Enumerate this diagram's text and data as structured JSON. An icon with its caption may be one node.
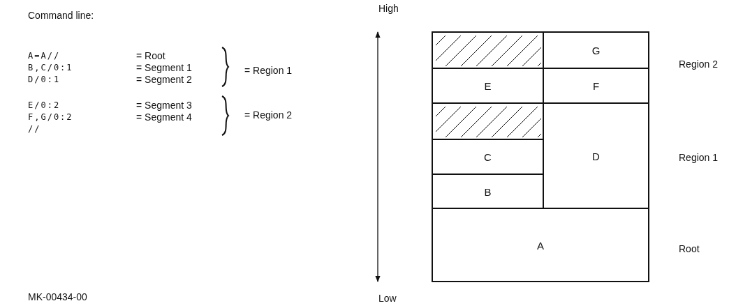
{
  "diagram": {
    "nodes": [
      {
        "text": [],
        "shape": "box"
      },
      {
        "text": [
          "G"
        ]
      },
      {
        "text": [
          "E"
        ]
      },
      {
        "text": [
          "F"
        ]
      },
      {
        "text": [],
        "shape": "box"
      },
      {
        "text": [
          "D"
        ]
      },
      {
        "text": [
          "C"
        ]
      },
      {
        "text": [
          "B"
        ]
      },
      {
        "text": [
          "A"
        ]
      }
    ],
    "edges": [],
    "labels": [
      "Command line:",
      "A=A//",
      "= Root",
      "B,C/0:1",
      "= Segment 1",
      "D/0:1",
      "= Segment 2",
      "= Region 1",
      "E/0:2",
      "= Segment 3",
      "F,G/0:2",
      "= Segment 4",
      "//",
      "= Region 2",
      "High",
      "Low",
      "Region 2",
      "Region 1",
      "Root",
      "MK-00434-00"
    ]
  }
}
